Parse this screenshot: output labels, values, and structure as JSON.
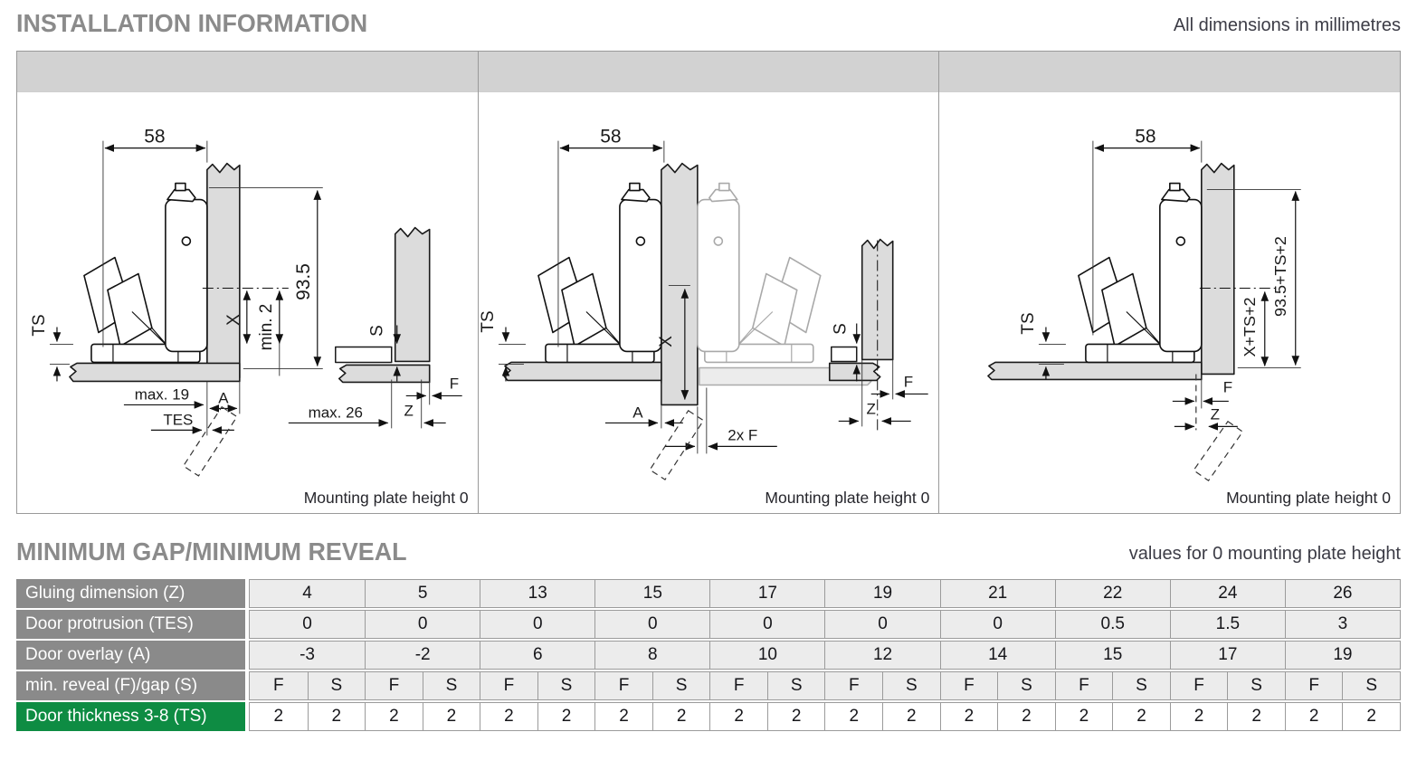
{
  "header": {
    "title": "INSTALLATION INFORMATION",
    "units_note": "All dimensions in millimetres"
  },
  "section2": {
    "title": "MINIMUM GAP/MINIMUM REVEAL",
    "note": "values for 0 mounting plate height"
  },
  "diagrams": [
    {
      "name": "overlay-application",
      "caption": "Mounting plate height 0",
      "labels": {
        "dim_width": "58",
        "dim_height": "93.5",
        "x": "X",
        "min2": "min. 2",
        "ts": "TS",
        "max19": "max. 19",
        "a": "A",
        "tes": "TES",
        "s": "S",
        "max26": "max. 26",
        "z": "Z",
        "f": "F"
      }
    },
    {
      "name": "twin-application",
      "caption": "Mounting plate height 0",
      "labels": {
        "dim_width": "58",
        "x": "X",
        "ts": "TS",
        "two_f": "2x F",
        "a": "A",
        "s": "S",
        "z": "Z",
        "f": "F"
      }
    },
    {
      "name": "inset-application",
      "caption": "Mounting plate height 0",
      "labels": {
        "dim_width": "58",
        "dim_height": "93.5+TS+2",
        "x": "X+TS+2",
        "ts": "TS",
        "f": "F",
        "z": "Z"
      }
    }
  ],
  "table": {
    "rows": [
      {
        "label": "Gluing dimension (Z)",
        "label_style": "gray",
        "cells_bg": "shaded",
        "values": [
          "4",
          "5",
          "13",
          "15",
          "17",
          "19",
          "21",
          "22",
          "24",
          "26"
        ]
      },
      {
        "label": "Door protrusion (TES)",
        "label_style": "gray",
        "cells_bg": "shaded",
        "values": [
          "0",
          "0",
          "0",
          "0",
          "0",
          "0",
          "0",
          "0.5",
          "1.5",
          "3"
        ]
      },
      {
        "label": "Door overlay (A)",
        "label_style": "gray",
        "cells_bg": "shaded",
        "values": [
          "-3",
          "-2",
          "6",
          "8",
          "10",
          "12",
          "14",
          "15",
          "17",
          "19"
        ]
      },
      {
        "label": "min. reveal (F)/gap (S)",
        "label_style": "gray",
        "cells_bg": "shaded",
        "values": [
          "F",
          "S",
          "F",
          "S",
          "F",
          "S",
          "F",
          "S",
          "F",
          "S",
          "F",
          "S",
          "F",
          "S",
          "F",
          "S",
          "F",
          "S",
          "F",
          "S"
        ]
      },
      {
        "label": "Door thickness 3-8 (TS)",
        "label_style": "green",
        "cells_bg": "white",
        "values": [
          "2",
          "2",
          "2",
          "2",
          "2",
          "2",
          "2",
          "2",
          "2",
          "2",
          "2",
          "2",
          "2",
          "2",
          "2",
          "2",
          "2",
          "2",
          "2",
          "2"
        ]
      }
    ]
  },
  "colors": {
    "accent_green": "#0e8c43",
    "header_gray": "#8a8a8a",
    "band_gray": "#d2d2d2",
    "cell_gray": "#ececec",
    "title_gray": "#8b8b8b"
  }
}
